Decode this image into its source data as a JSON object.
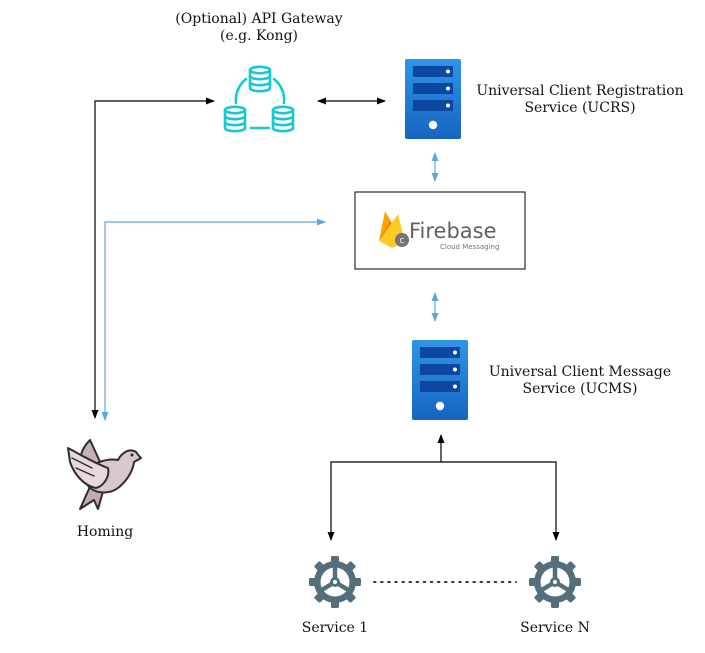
{
  "colors": {
    "arrow_dark": "#000000",
    "arrow_blue": "#5aa7e8",
    "gateway_cyan": "#17c7d4",
    "server_blue": "#1976d2",
    "server_blue_light": "#2f95e8",
    "firebase_yellow": "#fbc02d",
    "firebase_orange": "#f57c00",
    "gear_gray": "#546e7a",
    "pigeon_fill": "#d9c7cf",
    "pigeon_stroke": "#2d2d2d"
  },
  "nodes": {
    "gateway": {
      "label_line1": "(Optional) API Gateway",
      "label_line2": "(e.g. Kong)",
      "icon": "database-cluster-icon"
    },
    "ucrs": {
      "label_line1": "Universal Client Registration",
      "label_line2": "Service (UCRS)",
      "icon": "server-icon"
    },
    "firebase": {
      "wordmark": "Firebase",
      "tagline": "Cloud Messaging",
      "icon": "firebase-flame-icon"
    },
    "ucms": {
      "label_line1": "Universal Client Message",
      "label_line2": "Service (UCMS)",
      "icon": "server-icon"
    },
    "homing": {
      "label": "Homing",
      "icon": "pigeon-icon"
    },
    "service1": {
      "label": "Service 1",
      "icon": "gear-icon"
    },
    "serviceN": {
      "label": "Service N",
      "icon": "gear-icon"
    }
  }
}
